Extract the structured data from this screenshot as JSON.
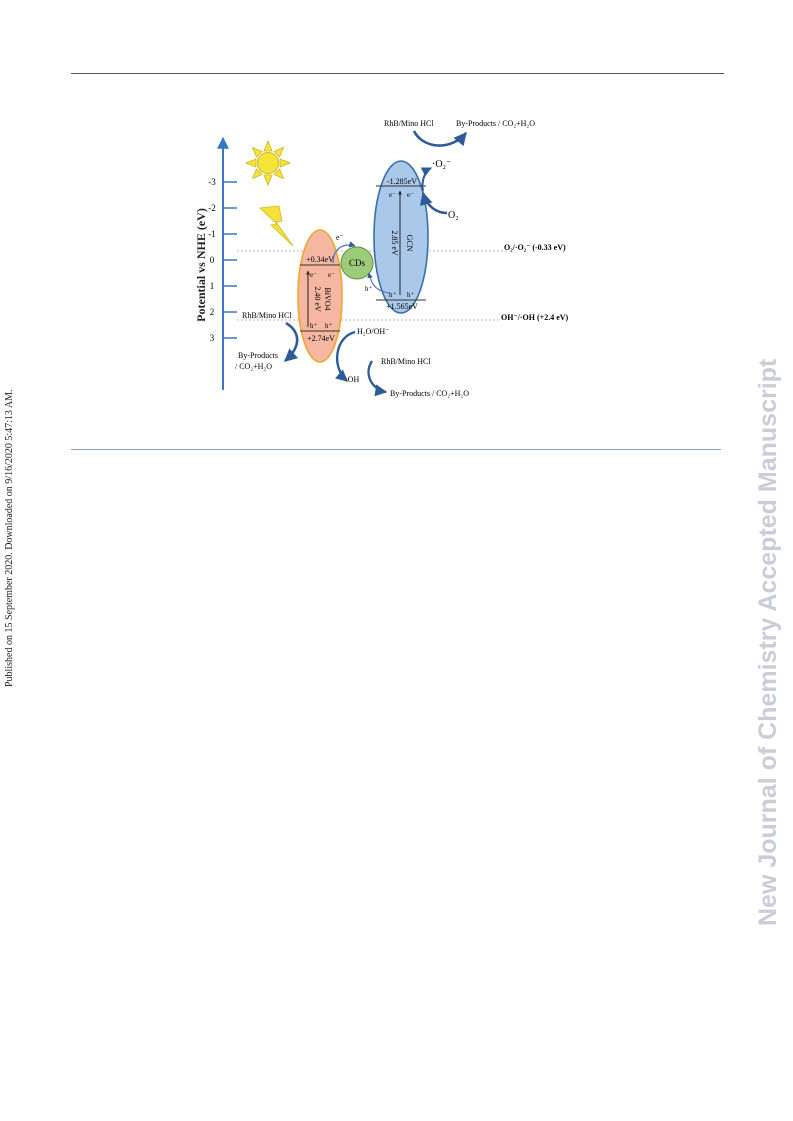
{
  "side_left": "Published on 15 September 2020. Downloaded on 9/16/2020 5:47:13 AM.",
  "side_right": "New Journal of Chemistry Accepted Manuscript",
  "figure": {
    "axis_title": "Potential vs NHE (eV)",
    "ticks": [
      "-3",
      "-2",
      "-1",
      "0",
      "1",
      "2",
      "3"
    ],
    "bivo4": {
      "cb": "+0.34eV",
      "vb": "+2.74eV",
      "gap": "2.40 eV",
      "name": "BiVO4",
      "electron": "e⁻",
      "hole": "h⁺"
    },
    "gcn": {
      "cb": "-1.285eV",
      "vb": "+1.565eV",
      "gap": "2.85 eV",
      "name": "GCN",
      "electron": "e⁻",
      "hole": "h⁺"
    },
    "cds": "CDs",
    "electron_transfer": "e⁻",
    "hole_transfer": "h⁺",
    "ref_o2": "O₂/·O₂⁻ (-0.33 eV)",
    "ref_oh": "OH⁻/·OH (+2.4 eV)",
    "top_reactant": "RhB/Mino HCl",
    "top_products": "By-Products / CO₂+H₂O",
    "superoxide": "·O₂⁻",
    "oxygen": "O₂",
    "left_reactant": "RhB/Mino HCl",
    "left_products_1": "By-Products",
    "left_products_2": "/ CO₂+H₂O",
    "h2o_oh": "H₂O/OH⁻",
    "hydroxyl": "·OH",
    "bottom_reactant": "RhB/Mino HCl",
    "bottom_products": "By-Products / CO₂+H₂O"
  }
}
